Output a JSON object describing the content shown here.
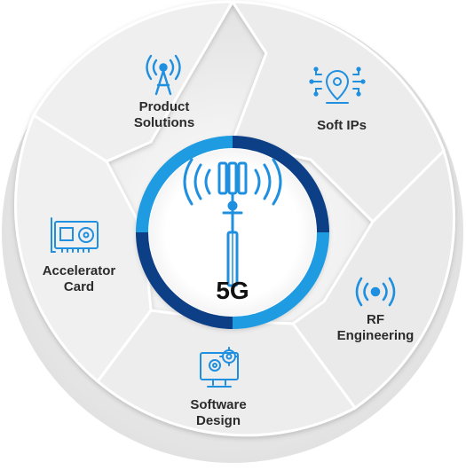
{
  "hub": {
    "label": "5G",
    "icon": "cell-tower-icon"
  },
  "segments": [
    {
      "label": "Product\nSolutions",
      "icon": "antenna-broadcast-icon"
    },
    {
      "label": "Soft IPs",
      "icon": "chip-location-icon"
    },
    {
      "label": "RF\nEngineering",
      "icon": "radio-waves-icon"
    },
    {
      "label": "Software\nDesign",
      "icon": "monitor-gear-icon"
    },
    {
      "label": "Accelerator\nCard",
      "icon": "expansion-card-icon"
    }
  ],
  "colors": {
    "ring_light": "#1f9be2",
    "ring_dark": "#0d3f86",
    "icon": "#1f8fe0",
    "text": "#2b2b2b",
    "segment_fill": "#eeeeee"
  }
}
